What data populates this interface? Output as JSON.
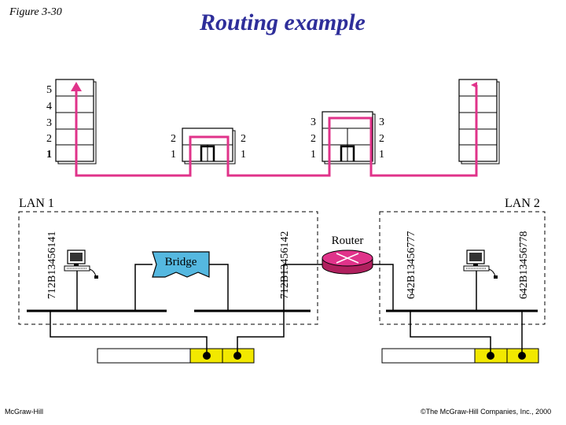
{
  "figure_label": "Figure 3-30",
  "title": "Routing example",
  "footer": {
    "left": "McGraw-Hill",
    "right": "©The McGraw-Hill Companies, Inc., 2000"
  },
  "left_host_layers": [
    "5",
    "4",
    "3",
    "2",
    "1"
  ],
  "bridge_layers_left": [
    "2",
    "1"
  ],
  "bridge_layers_right": [
    "2",
    "1"
  ],
  "router_layers_left": [
    "3",
    "2",
    "1"
  ],
  "router_layers_right": [
    "3",
    "2",
    "1"
  ],
  "lan1_label": "LAN 1",
  "lan2_label": "LAN 2",
  "addresses": {
    "lan1_host": "712B13456141",
    "lan1_bridge_side": "712B13456142",
    "lan2_router_side": "642B13456777",
    "lan2_host": "642B13456778"
  },
  "bridge_label": "Bridge",
  "router_label": "Router",
  "colors": {
    "path": "#e0338a",
    "title": "#2e2e9a",
    "bridge": "#55b8e0",
    "router": "#e0338a",
    "frame_field": "#f2e800"
  }
}
